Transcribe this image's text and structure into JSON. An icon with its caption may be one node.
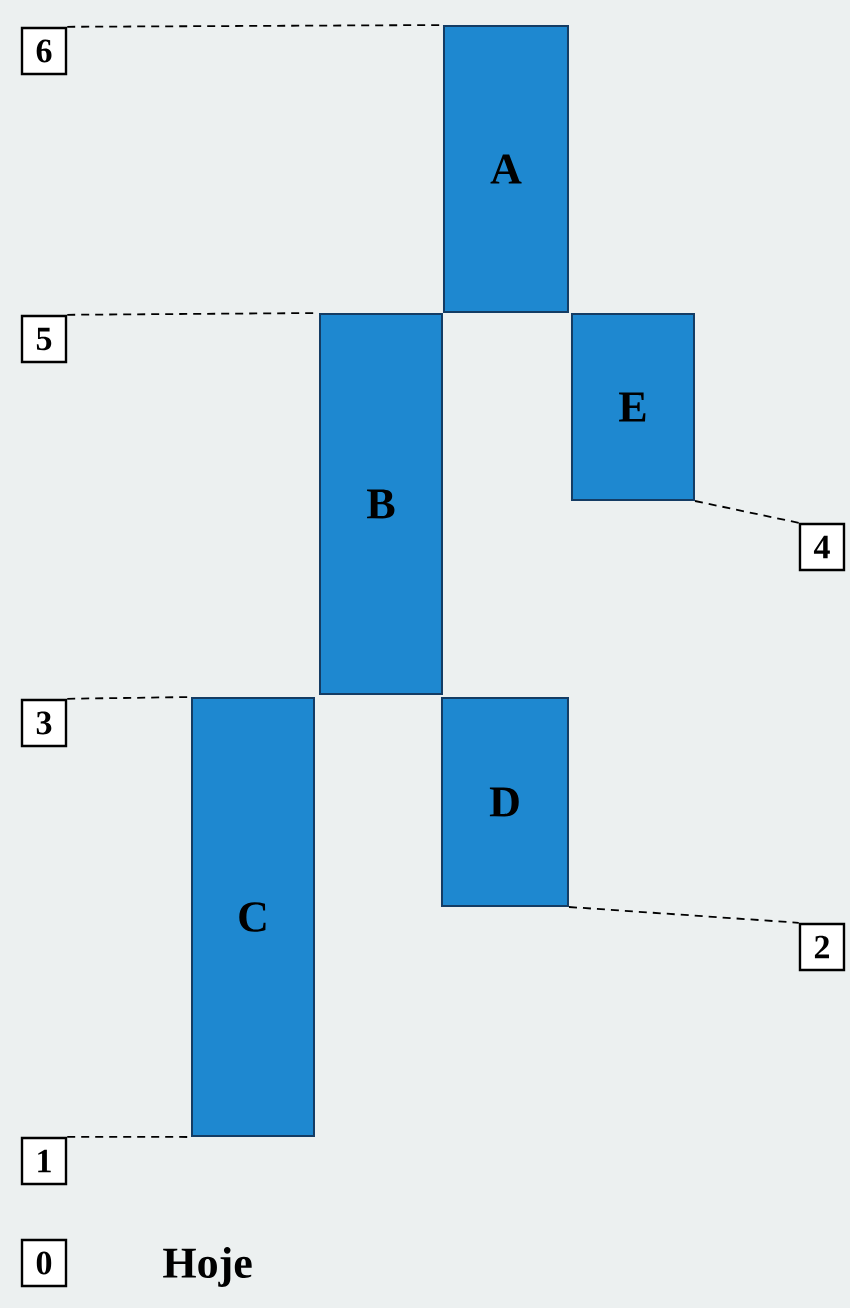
{
  "diagram": {
    "nodes": [
      {
        "text": [
          "6"
        ]
      },
      {
        "text": [
          "A"
        ]
      },
      {
        "text": [
          "5"
        ]
      },
      {
        "text": [
          "B"
        ]
      },
      {
        "text": [
          "E"
        ]
      },
      {
        "text": [
          "4"
        ]
      },
      {
        "text": [
          "3"
        ]
      },
      {
        "text": [
          "C"
        ]
      },
      {
        "text": [
          "D"
        ]
      },
      {
        "text": [
          "2"
        ]
      },
      {
        "text": [
          "1"
        ]
      },
      {
        "text": [
          "0"
        ],
        "beside": [
          "Hoje"
        ]
      }
    ],
    "edges": [
      {
        "from": 0,
        "to": 1,
        "arrow": "none",
        "style": "dashed"
      },
      {
        "from": 2,
        "to": 3,
        "arrow": "none",
        "style": "dashed"
      },
      {
        "from": 4,
        "to": 5,
        "arrow": "none",
        "style": "dashed"
      },
      {
        "from": 6,
        "to": 7,
        "arrow": "none",
        "style": "dashed"
      },
      {
        "from": 8,
        "to": 9,
        "arrow": "none",
        "style": "dashed"
      },
      {
        "from": 10,
        "to": 7,
        "arrow": "none",
        "style": "dashed"
      }
    ]
  }
}
